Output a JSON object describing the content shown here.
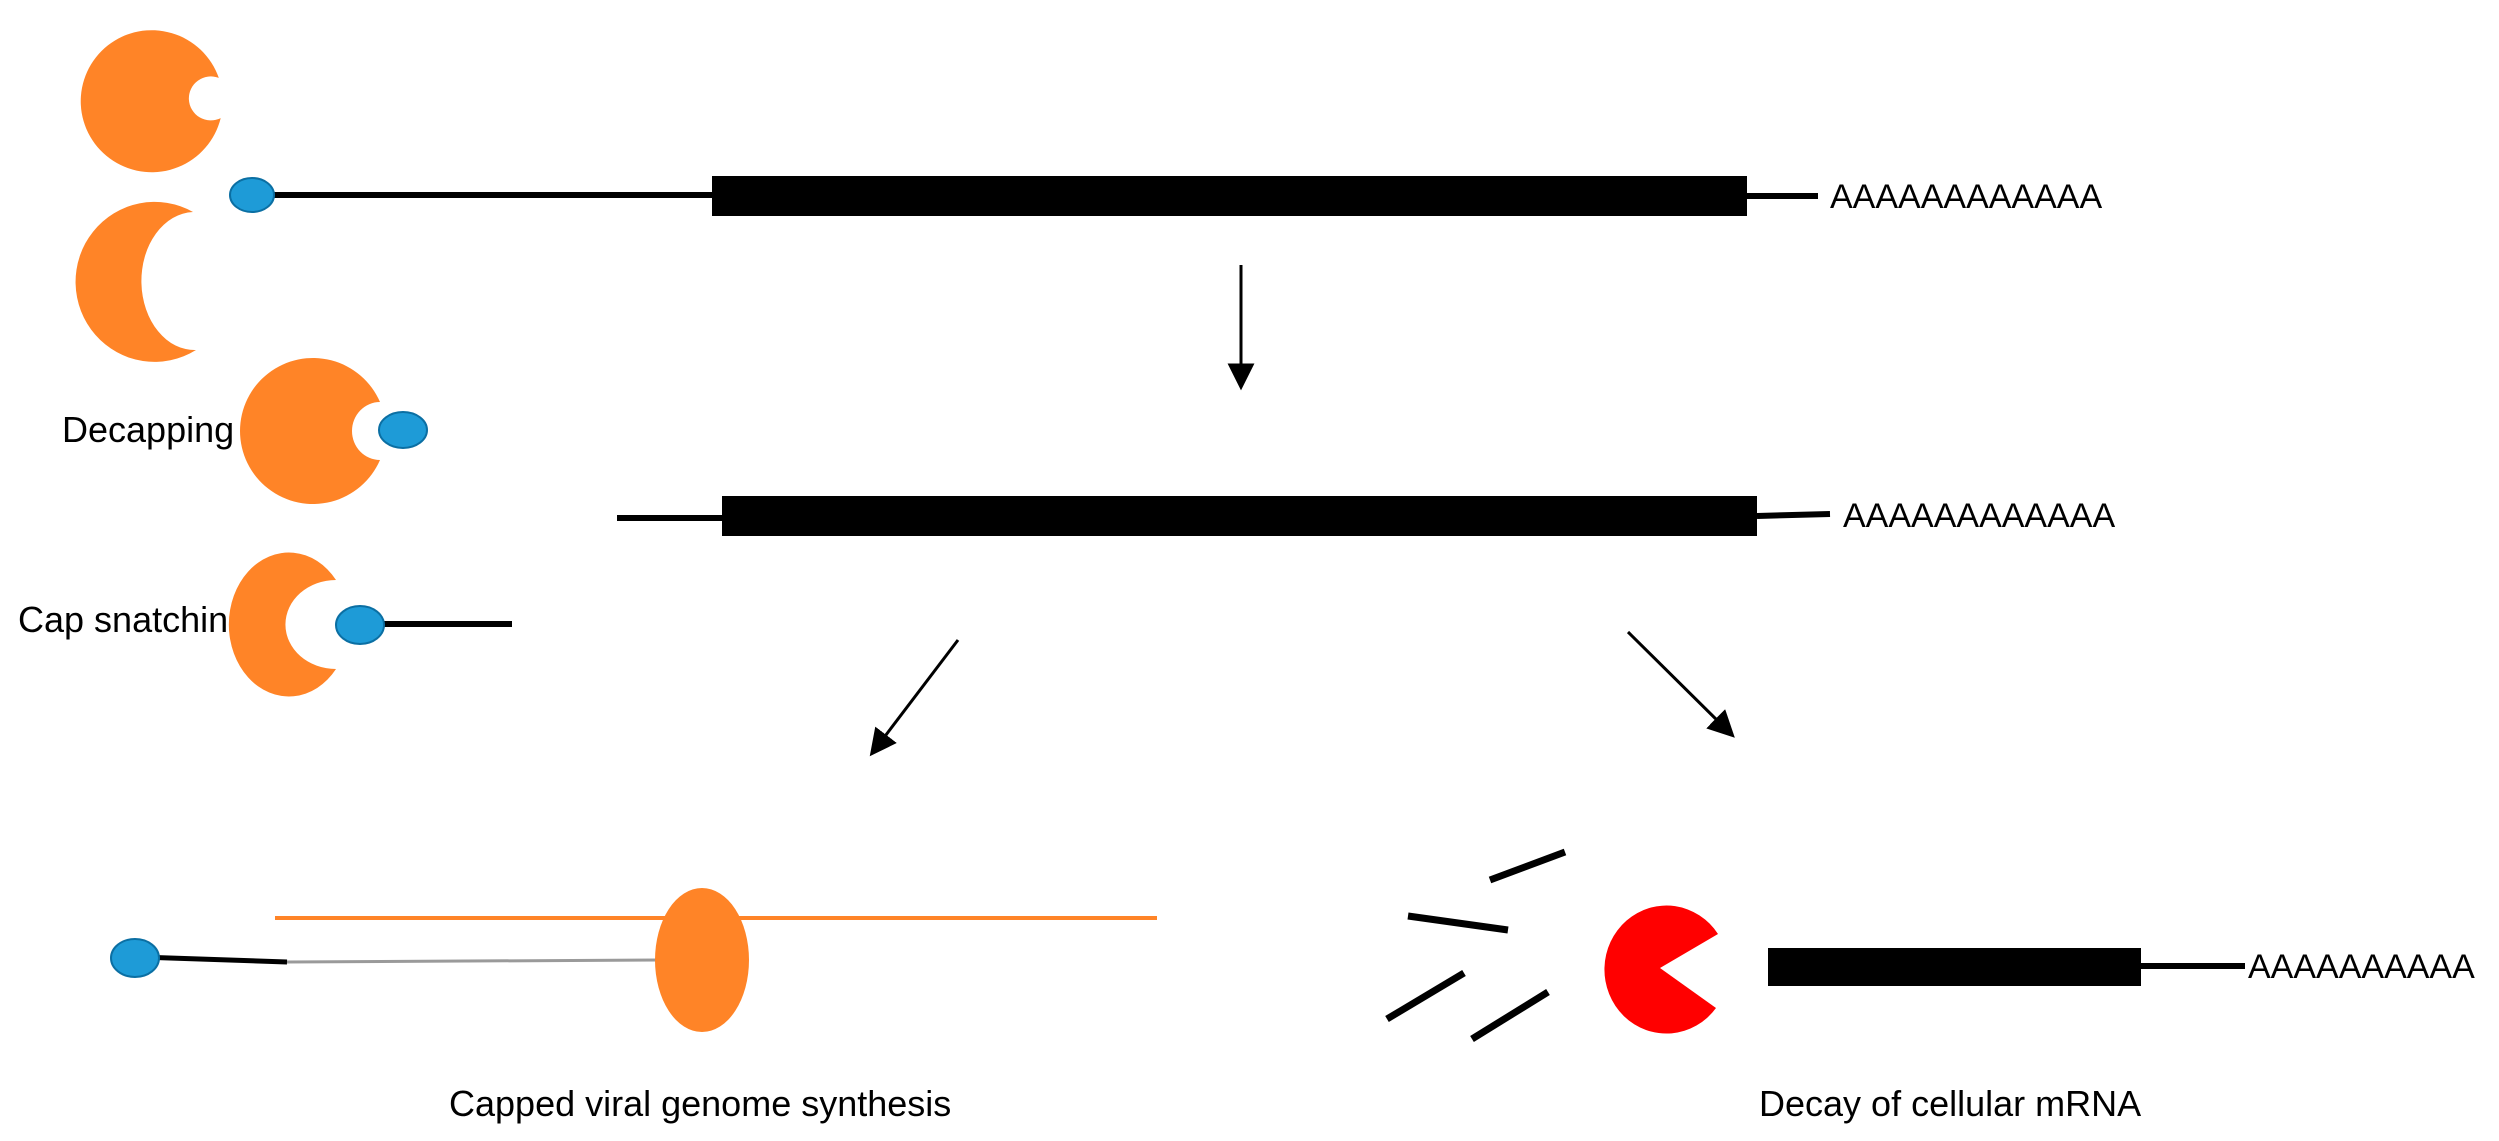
{
  "labels": {
    "poly_a_top": "AAAAAAAAAAAA",
    "poly_a_middle": "AAAAAAAAAAAA",
    "poly_a_decay": "AAAAAAAAAA",
    "decapping": "Decapping",
    "cap_snatching": "Cap snatching",
    "capped_viral_genome_synthesis": "Capped viral genome synthesis",
    "decay_of_cellular_mrna": "Decay of cellular mRNA"
  },
  "colors": {
    "enzyme": "#FF8427",
    "cap": "#1E9BD7",
    "cap_outline": "#0B6FA3",
    "rna": "#000000",
    "exonuclease": "#FF0000",
    "viral_strand": "#FF8427"
  }
}
